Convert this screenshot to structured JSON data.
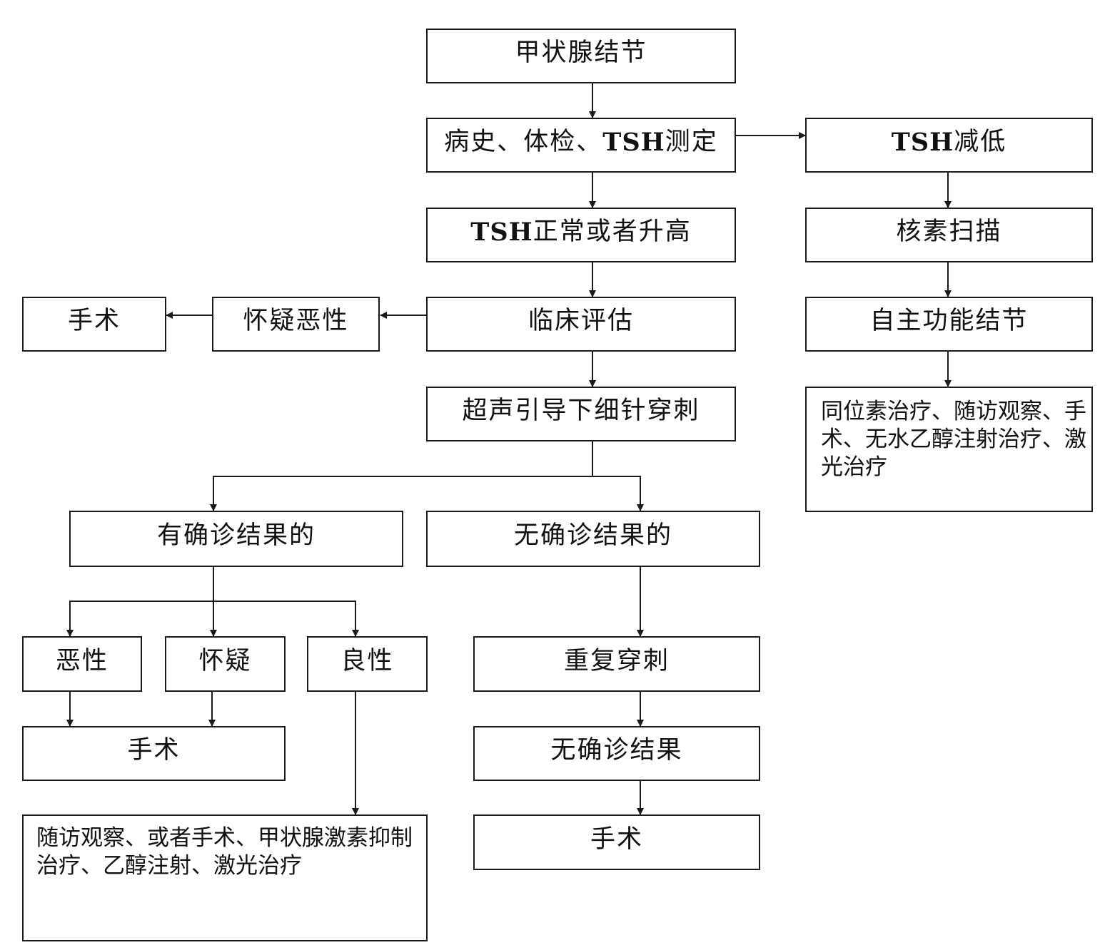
{
  "nodes": {
    "thyroid_nodule": "甲状腺结节",
    "history_exam_tsh": "病史、体检、TSH测定",
    "tsh_low": "TSH减低",
    "tsh_normal_high": "TSH正常或者升高",
    "nuclide_scan": "核素扫描",
    "clinical_eval": "临床评估",
    "suspect_malignant": "怀疑恶性",
    "surgery_a": "手术",
    "autonomous_nodule": "自主功能结节",
    "fna": "超声引导下细针穿刺",
    "autonomous_treatment": "同位素治疗、随访观察、手术、无水乙醇注射治疗、激光治疗",
    "definite_result": "有确诊结果的",
    "no_definite_result": "无确诊结果的",
    "malignant": "恶性",
    "suspicious": "怀疑",
    "benign": "良性",
    "repeat_puncture": "重复穿刺",
    "surgery_b": "手术",
    "no_definite_result_2": "无确诊结果",
    "benign_treatment": "随访观察、或者手术、甲状腺激素抑制治疗、乙醇注射、激光治疗",
    "surgery_c": "手术"
  },
  "colors": {
    "stroke": "#1a1a1a",
    "fill": "#ffffff",
    "text": "#111111"
  }
}
